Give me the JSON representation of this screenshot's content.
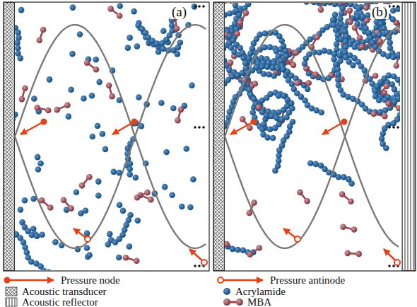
{
  "diagram": {
    "labels": [
      "(a)",
      "(b)"
    ],
    "legend": [
      {
        "text": "Pressure node"
      },
      {
        "text": "Pressure antinode"
      },
      {
        "text": "Acoustic transducer"
      },
      {
        "text": "Acrylamide"
      },
      {
        "text": "Acoustic reflector"
      },
      {
        "text": "MBA"
      }
    ]
  }
}
